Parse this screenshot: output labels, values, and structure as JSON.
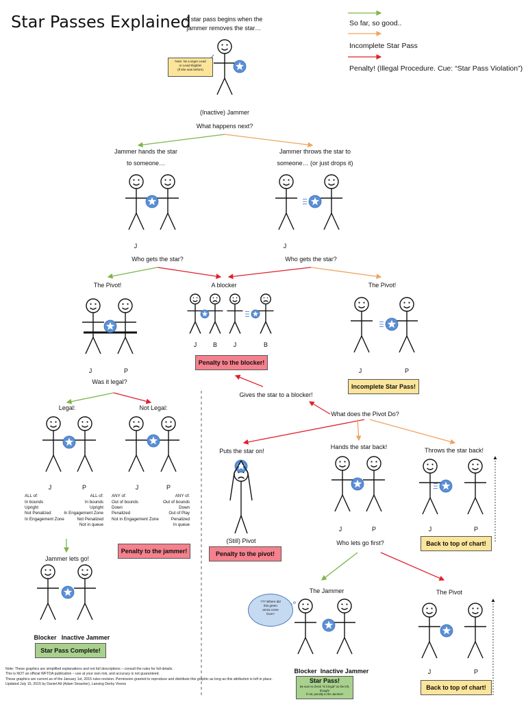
{
  "title": "Star Passes Explained",
  "legend": {
    "good": "So far, so good..",
    "incomplete": "Incomplete Star Pass",
    "penalty": "Penalty! (Illegal Procedure. Cue: “Star Pass Violation”)"
  },
  "colors": {
    "good": "#7ab648",
    "incomplete": "#f0a360",
    "penalty": "#e0202a",
    "star": "#5b8fd6",
    "red_box": "#f4818d",
    "yellow_box": "#fbe59b",
    "green_box": "#a9d18e"
  },
  "start": {
    "line1": "A star pass begins when the",
    "line2": "jammer removes the star…",
    "note_line1": "Note: No Longer Lead",
    "note_line2": "or Lead Eligible!",
    "note_line3": "(if she was before)",
    "jammer_label": "(Inactive) Jammer",
    "question": "What happens next?"
  },
  "branch": {
    "hands_line1": "Jammer hands the star",
    "hands_line2": "to someone…",
    "throws_line1": "Jammer throws the star to",
    "throws_line2": "someone… (or just drops it)",
    "who_gets": "Who gets the star?",
    "j": "J",
    "p": "P",
    "b": "B"
  },
  "receivers": {
    "pivot": "The Pivot!",
    "blocker": "A blocker",
    "penalty_blocker": "Penalty to the blocker!",
    "incomplete": "Incomplete Star Pass!",
    "was_legal": "Was it legal?"
  },
  "legal": {
    "legal": "Legal:",
    "not_legal": "Not Legal:",
    "all_of": "ALL of:",
    "any_of": "ANY of:",
    "j_legal": [
      "In bounds",
      "Upright",
      "Not Penalized",
      "In Engagement Zone"
    ],
    "p_legal": [
      "In bounds",
      "Upright",
      "In Engagement Zone",
      "Not Penalized",
      "Not in queue"
    ],
    "j_illegal": [
      "Out of bounds",
      "Down",
      "Penalized",
      "Not in Engagement Zone"
    ],
    "p_illegal": [
      "Out of bounds",
      "Down",
      "Out of Play",
      "Penalized",
      "In queue"
    ],
    "jammer_lets_go": "Jammer lets go!",
    "penalty_jammer": "Penalty to the jammer!",
    "blocker_label": "Blocker",
    "inactive_jammer": "Inactive Jammer",
    "complete": "Star Pass Complete!"
  },
  "pivot_actions": {
    "gives_blocker": "Gives the star to a blocker!",
    "question": "What does the Pivot Do?",
    "puts_on": "Puts the star on!",
    "hands_back": "Hands the star back!",
    "throws_back": "Throws the star back!",
    "still_pivot": "(Still) Pivot",
    "penalty_pivot": "Penalty to the pivot!",
    "back_top": "Back to top of chart!",
    "who_lets_go": "Who lets go first?"
  },
  "final": {
    "the_jammer": "The Jammer",
    "the_pivot": "The Pivot",
    "cloud_line1": "??? Where did",
    "cloud_line2": "this green",
    "cloud_line3": "arrow come",
    "cloud_line4": "from?",
    "blocker_label": "Blocker",
    "inactive_jammer": "Inactive Jammer",
    "star_pass": "Star Pass!",
    "sub_line1": "Be sure to check \"is it legal\" on the left, though!",
    "sub_line2": "If not, penalty to the Jammer!",
    "back_top": "Back to top of chart!"
  },
  "footnote": {
    "line1": "Note: These graphics are simplified explanations and not full descriptions – consult the rules for full details.",
    "line2": "This is NOT an official WFTDA publication – use at your own risk, and accuracy is not guaranteed.",
    "line3": "These graphics are current as of the January 1st, 2015 rules revision.  Permission granted to reproduce and distribute this graphic as long as this attribution is left in place.",
    "line4": "Updated July 15, 2015 by Daniel Alt (Adam Smasher), Lansing Derby Vixens"
  }
}
